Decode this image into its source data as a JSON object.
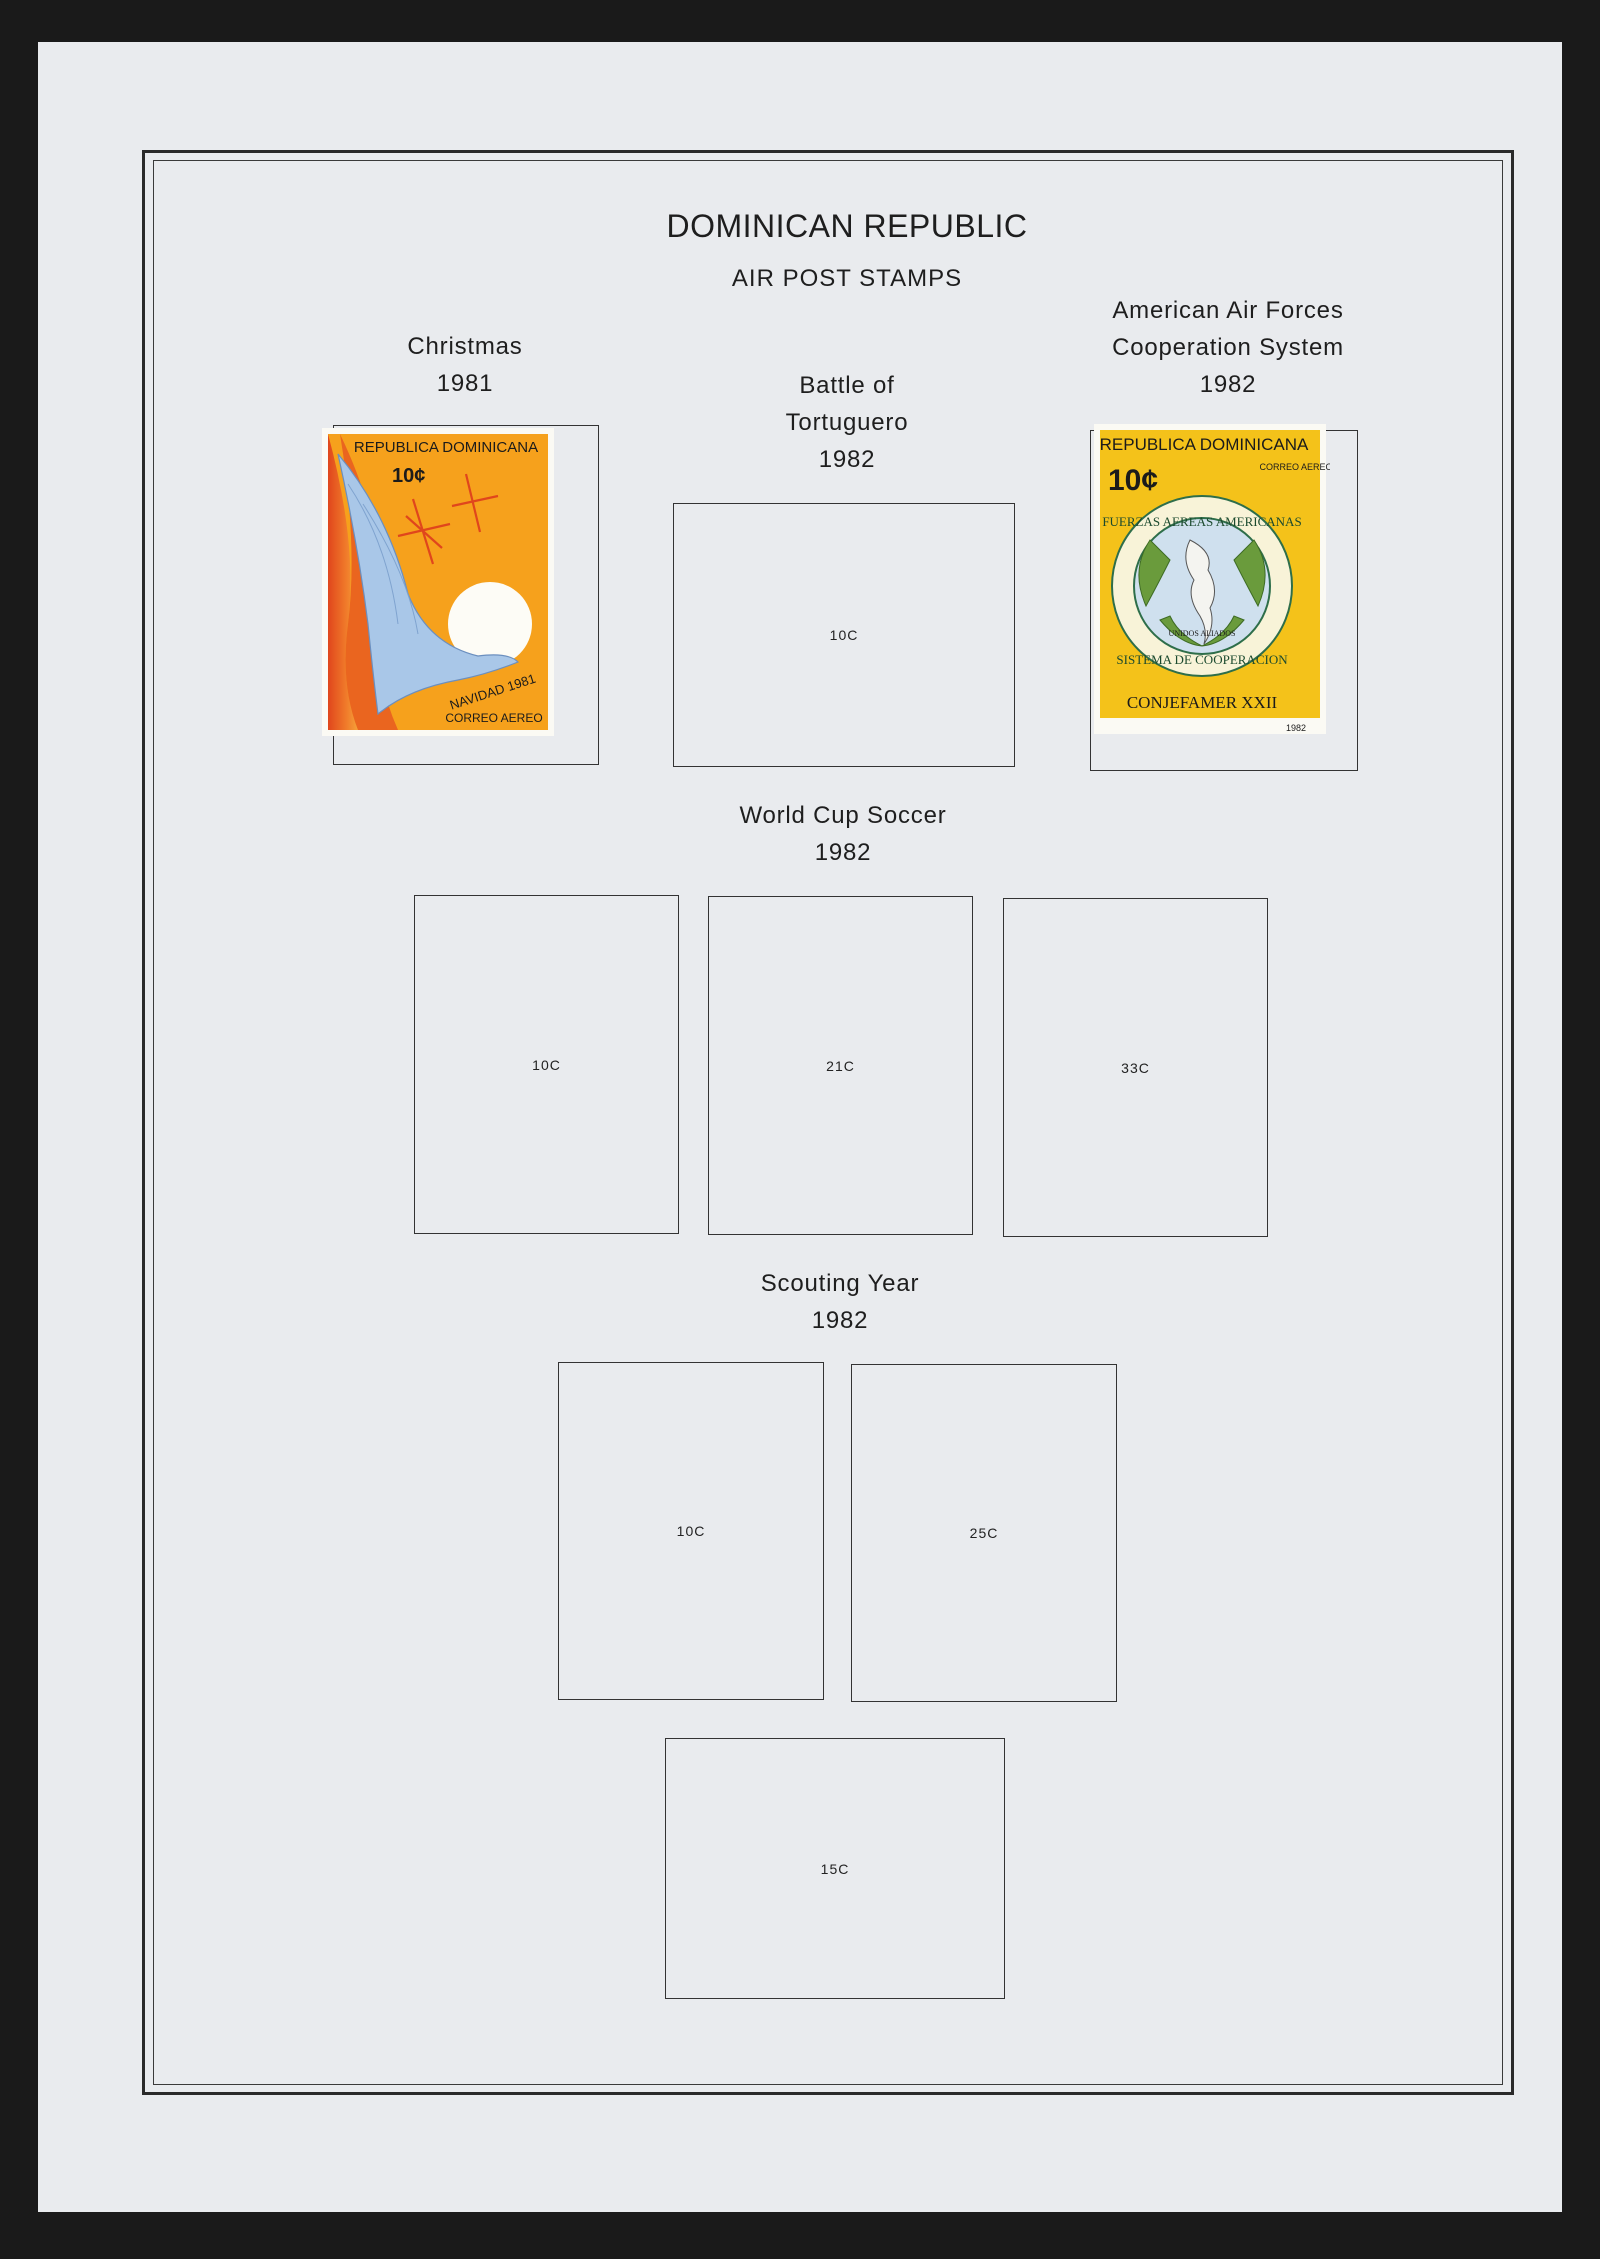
{
  "header": {
    "country": "DOMINICAN REPUBLIC",
    "section": "AIR POST STAMPS"
  },
  "sets": {
    "christmas": {
      "lines": [
        "Christmas",
        "1981"
      ]
    },
    "tortuguero": {
      "lines": [
        "Battle of",
        "Tortuguero",
        "1982"
      ],
      "slots": [
        "10C"
      ]
    },
    "aircoop": {
      "lines": [
        "American Air Forces",
        "Cooperation System",
        "1982"
      ]
    },
    "worldcup": {
      "lines": [
        "World Cup Soccer",
        "1982"
      ],
      "slots": [
        "10C",
        "21C",
        "33C"
      ]
    },
    "scouting": {
      "lines": [
        "Scouting Year",
        "1982"
      ],
      "slots": [
        "10C",
        "25C",
        "15C"
      ]
    }
  },
  "stamps": {
    "christmas": {
      "country": "REPUBLICA DOMINICANA",
      "value": "10¢",
      "inscription": "NAVIDAD 1981",
      "service": "CORREO AEREO"
    },
    "aircoop": {
      "country": "REPUBLICA DOMINICANA",
      "value": "10¢",
      "service": "CORREO AEREO",
      "ring_top": "FUERZAS AEREAS AMERICANAS",
      "ring_bottom": "SISTEMA DE COOPERACION",
      "ribbon": "UNIDOS ALIADOS",
      "caption": "CONJEFAMER XXII",
      "year": "1982"
    }
  }
}
